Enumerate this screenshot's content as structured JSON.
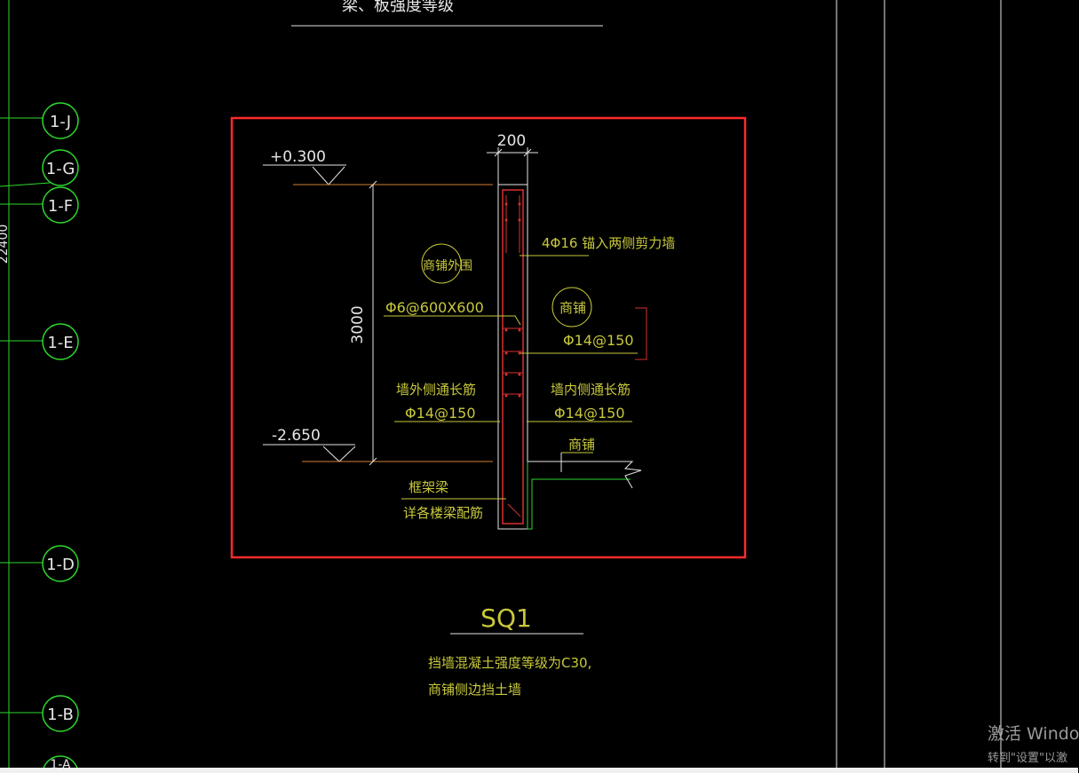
{
  "top_title": "梁、板强度等级",
  "side_dimension": "22400",
  "axis_bubbles": [
    "1-J",
    "1-G",
    "1-F",
    "1-E",
    "1-D",
    "1-B",
    "1-A"
  ],
  "detail": {
    "width_dim": "200",
    "top_elevation": "+0.300",
    "bottom_elevation": "-2.650",
    "height_dim": "3000",
    "label_anchor": "4Φ16  锚入两侧剪力墙",
    "label_shop_outer": "商铺外围",
    "label_tie": "Φ6@600X600",
    "label_shop": "商铺",
    "label_inner_bar": "Φ14@150",
    "label_outer_long_title": "墙外侧通长筋",
    "label_outer_long": "Φ14@150",
    "label_inner_long_title": "墙内侧通长筋",
    "label_inner_long": "Φ14@150",
    "label_shop_bottom": "商铺",
    "label_beam_1": "框架梁",
    "label_beam_2": "详各楼梁配筋"
  },
  "caption": {
    "title": "SQ1",
    "note_1": "挡墙混凝土强度等级为C30,",
    "note_2": "商铺侧边挡土墙"
  },
  "watermark": {
    "line1": "激活 Windo",
    "line2": "转到\"设置\"以激"
  },
  "colors": {
    "background": "#000000",
    "cad_yellow": "#c8c83c",
    "highlight_red": "#ff2a2a",
    "axis_green": "#2ed82e",
    "line_white": "#e6e6e6",
    "rebar_red": "#d83030",
    "dim_orange": "#d08030"
  }
}
